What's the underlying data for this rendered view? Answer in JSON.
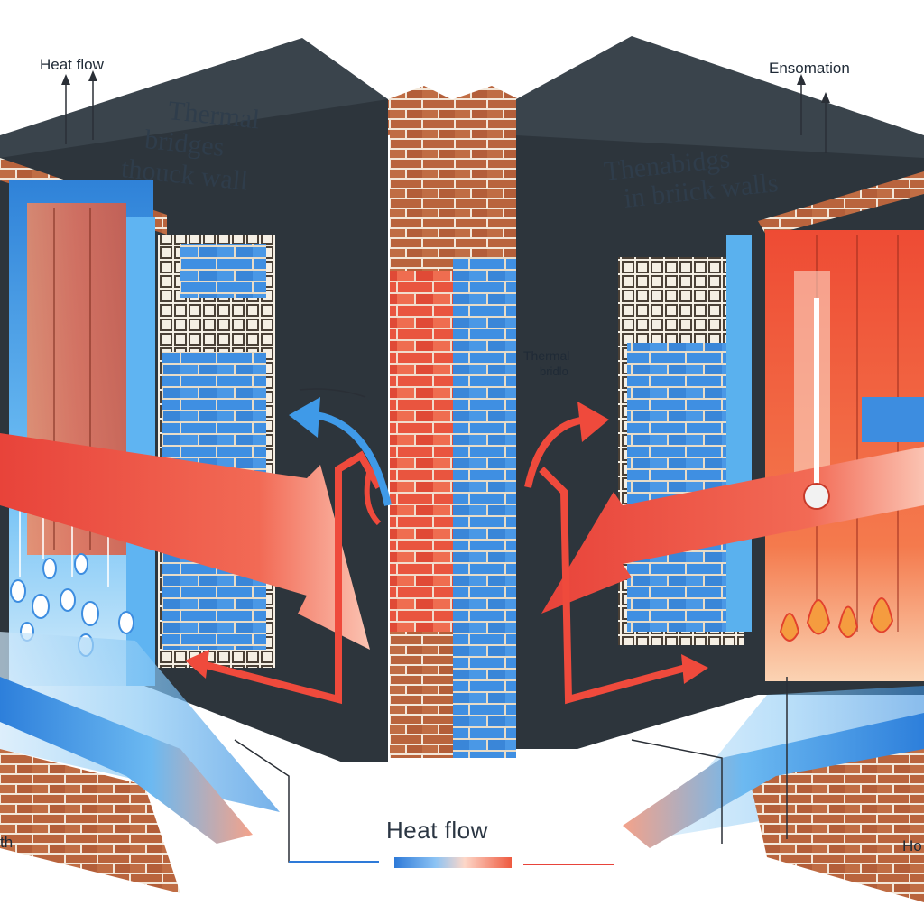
{
  "labels": {
    "heat_flow_top": "Heat flow",
    "left_title": [
      "Thermal",
      "bridges",
      "thouck wall"
    ],
    "right_title": [
      "Thenabidgs",
      "in briick walls"
    ],
    "ensomation": "Ensomation",
    "thermal_bridge": [
      "Thermal",
      "bridlo"
    ],
    "legend_title": "Heat flow",
    "left_edge_fragment": "th",
    "right_edge_fragment": "Ho"
  },
  "colors": {
    "wall_dark": "#2d353c",
    "wall_dark_top": "#3a444c",
    "brick": "#b8663f",
    "brick_mortar": "#f1e6d8",
    "insulation_blue": "#3d8de0",
    "cold_blue": "#5bb6f2",
    "hot_red": "#ee4a3a",
    "hot_orange": "#f6a06a"
  }
}
